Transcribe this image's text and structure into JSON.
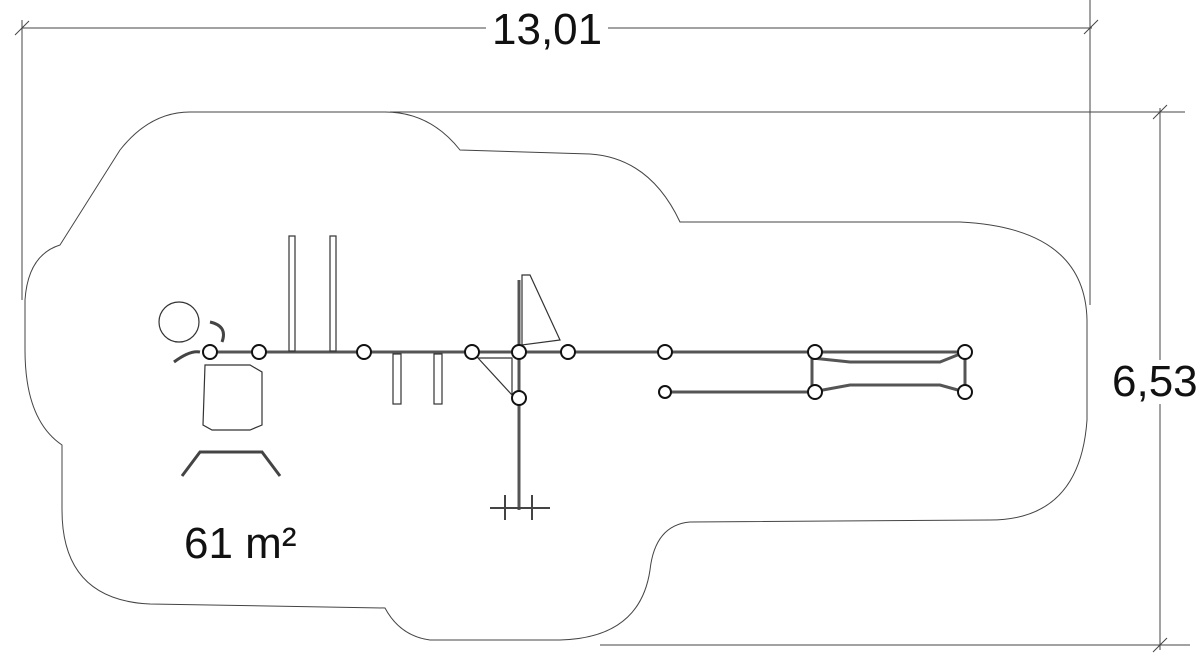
{
  "drawing": {
    "width_dimension": "13,01",
    "depth_dimension": "6,53",
    "area_label": "61 m²"
  }
}
